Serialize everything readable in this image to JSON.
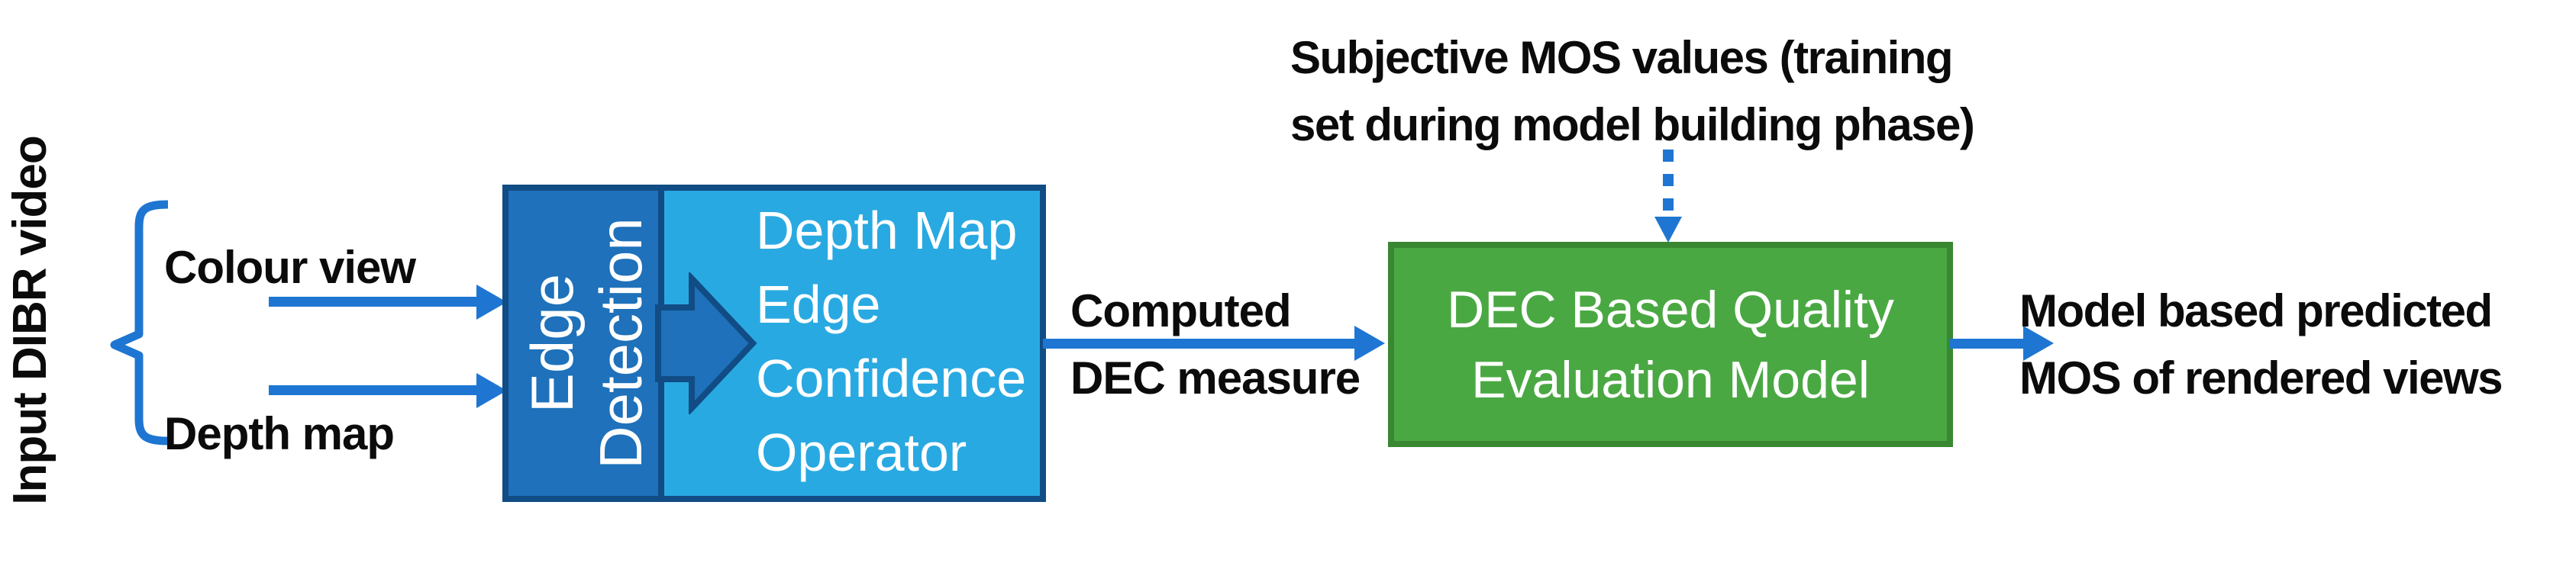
{
  "labels": {
    "input_group": "Input DIBR video",
    "colour_view": "Colour view",
    "depth_map": "Depth map",
    "computed_dec_line1": "Computed",
    "computed_dec_line2": "DEC measure",
    "subjective_mos_line1": "Subjective MOS values (training",
    "subjective_mos_line2": "set during model building phase)",
    "output_line1": "Model based predicted",
    "output_line2": "MOS of rendered views"
  },
  "boxes": {
    "edge_detection": {
      "line1": "Edge",
      "line2": "Detection"
    },
    "dec_operator": {
      "lines": [
        "Depth Map",
        "Edge",
        "Confidence",
        "Operator"
      ]
    },
    "quality_model": {
      "line1": "DEC Based Quality",
      "line2": "Evaluation Model"
    }
  },
  "colors": {
    "arrow_blue": "#1E76D2",
    "box_blue": "#1E71BA",
    "box_blue_border": "#114C85",
    "light_blue": "#29A9E1",
    "green_fill": "#4AA843",
    "green_border": "#398730",
    "text_black": "#0B0B0B",
    "text_white": "#FFFFFF"
  }
}
